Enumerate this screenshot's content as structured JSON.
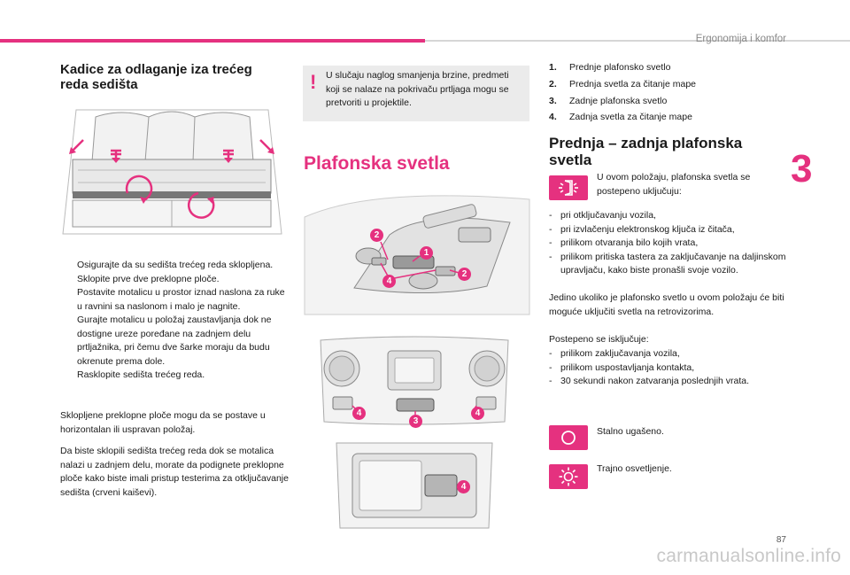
{
  "header": {
    "section_title": "Ergonomija i komfor",
    "chapter": "3",
    "page_number": "87",
    "accent_color": "#e5317f"
  },
  "watermark": "carmanualsonline.info",
  "left": {
    "heading": "Kadice za odlaganje iza trećeg reda sedišta",
    "bullet_marker": "",
    "bullets": [
      "Osigurajte da su sedišta trećeg reda sklopljena.",
      "Sklopite prve dve preklopne ploče.",
      "Postavite motalicu u prostor iznad naslona za ruke u ravnini sa naslonom i malo je nagnite.",
      "Gurajte motalicu u položaj zaustavljanja dok ne dostigne ureze poređane na zadnjem delu prtljažnika, pri čemu dve šarke moraju da budu okrenute prema dole.",
      "Rasklopite sedišta trećeg reda."
    ],
    "after_bullets": "Sklopljene preklopne ploče mogu da se postave u horizontalan ili uspravan položaj.",
    "seatbelt_text": "Da biste sklopili sedišta trećeg reda dok se motalica nalazi u zadnjem delu, morate da podignete preklopne ploče kako biste imali pristup testerima za otključavanje sedišta (crveni kaiševi)."
  },
  "warning": {
    "icon": "exclamation-icon",
    "mark": "!",
    "text": "U slučaju naglog smanjenja brzine, predmeti koji se nalaze na pokrivaču prtljaga mogu se pretvoriti u projektile."
  },
  "middle": {
    "heading": "Plafonska svetla",
    "callouts": {
      "top": [
        "2",
        "1",
        "2",
        "4"
      ],
      "middle": [
        "4",
        "3",
        "4"
      ],
      "bottom": [
        "4"
      ]
    }
  },
  "right": {
    "numbered": [
      {
        "n": "1.",
        "text": "Prednje plafonsko svetlo"
      },
      {
        "n": "2.",
        "text": "Prednja svetla za čitanje mape"
      },
      {
        "n": "3.",
        "text": "Zadnje plafonska svetlo"
      },
      {
        "n": "4.",
        "text": "Zadnja svetla za čitanje mape"
      }
    ],
    "heading": "Prednja – zadnja plafonska svetla",
    "intro": "U ovom položaju, plafonska svetla se postepeno uključuju:",
    "dash": "-",
    "on_list": [
      "pri otključavanju vozila,",
      "pri izvlačenju elektronskog ključa iz čitača,",
      "prilikom otvaranja bilo kojih vrata,",
      "prilikom pritiska tastera za zaključavanje na daljinskom upravljaču, kako biste pronašli svoje vozilo."
    ],
    "only_off_text": "Jedino ukoliko je plafonsko svetlo u ovom položaju će biti moguće uključiti svetla na retrovizorima.",
    "off_intro": "Postepeno se isključuje:",
    "off_list": [
      "prilikom zaključavanja vozila,",
      "prilikom uspostavljanja kontakta,",
      "30 sekundi nakon zatvaranja poslednjih vrata."
    ],
    "off_label": "Stalno ugašeno.",
    "on_label": "Trajno osvetljenje."
  }
}
